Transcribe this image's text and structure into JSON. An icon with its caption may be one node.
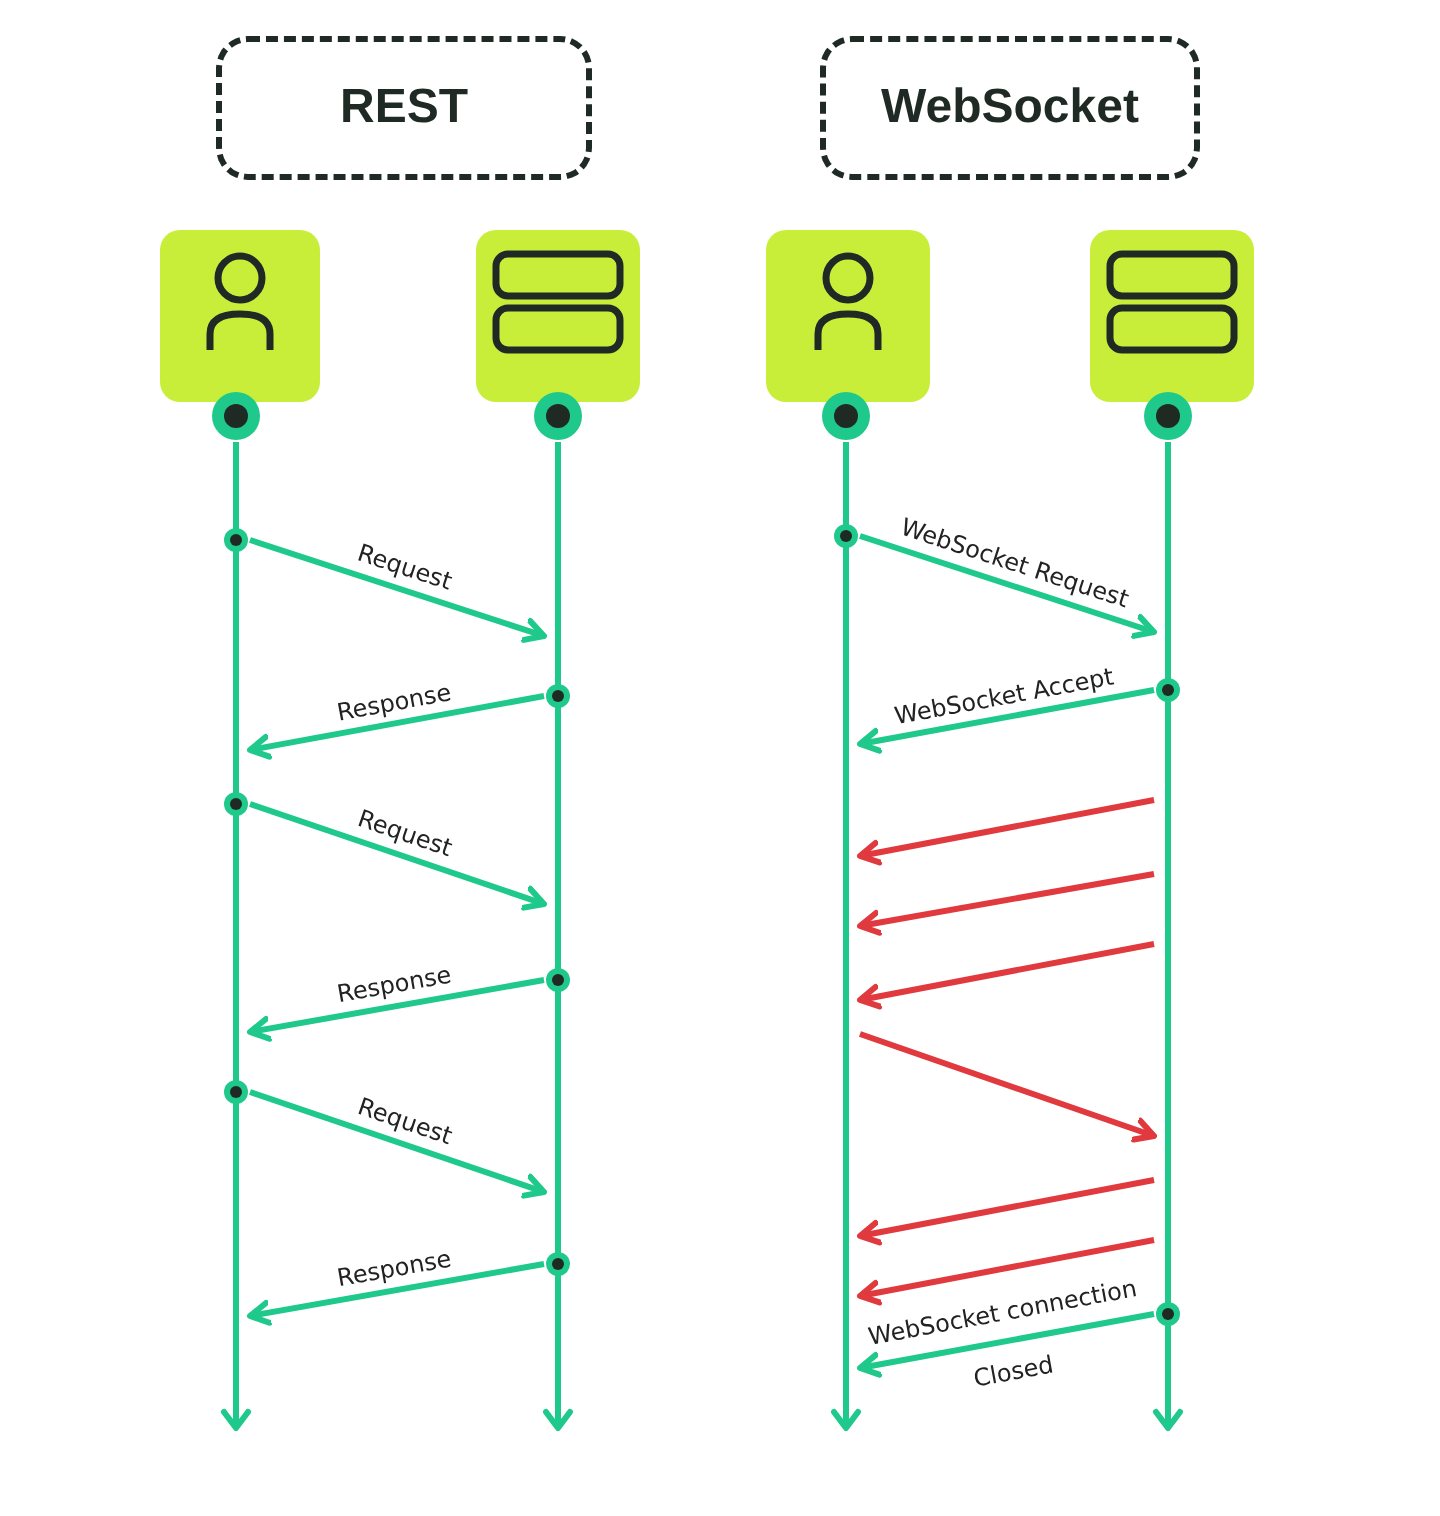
{
  "diagram": {
    "nodes": [
      {
        "text": [
          "REST"
        ]
      },
      {
        "text": [
          "WebSocket"
        ]
      },
      {
        "text": [],
        "shape": "person"
      },
      {
        "text": [],
        "shape": "server"
      },
      {
        "text": [],
        "shape": "person"
      },
      {
        "text": [],
        "shape": "server"
      },
      {
        "text": [],
        "shape": "line"
      },
      {
        "text": [],
        "shape": "line"
      },
      {
        "text": [],
        "shape": "line"
      },
      {
        "text": [],
        "shape": "line"
      }
    ],
    "edges": [
      {
        "from": 6,
        "to": 7,
        "arrow": "to",
        "label": "Request"
      },
      {
        "from": 7,
        "to": 6,
        "arrow": "to",
        "label": "Response"
      },
      {
        "from": 6,
        "to": 7,
        "arrow": "to",
        "label": "Request"
      },
      {
        "from": 7,
        "to": 6,
        "arrow": "to",
        "label": "Response"
      },
      {
        "from": 6,
        "to": 7,
        "arrow": "to",
        "label": "Request"
      },
      {
        "from": 7,
        "to": 6,
        "arrow": "to",
        "label": "Response"
      },
      {
        "from": 8,
        "to": 9,
        "arrow": "to",
        "label": "WebSocket Request"
      },
      {
        "from": 9,
        "to": 8,
        "arrow": "to",
        "label": "WebSocket Accept"
      },
      {
        "from": 9,
        "to": 8,
        "arrow": "to",
        "color": "#e0393e"
      },
      {
        "from": 9,
        "to": 8,
        "arrow": "to",
        "color": "#e0393e"
      },
      {
        "from": 9,
        "to": 8,
        "arrow": "to",
        "color": "#e0393e"
      },
      {
        "from": 8,
        "to": 9,
        "arrow": "to",
        "color": "#e0393e"
      },
      {
        "from": 9,
        "to": 8,
        "arrow": "to",
        "color": "#e0393e"
      },
      {
        "from": 9,
        "to": 8,
        "arrow": "to",
        "color": "#e0393e"
      },
      {
        "from": 9,
        "to": 8,
        "arrow": "to",
        "label": "WebSocket connection Closed"
      }
    ]
  }
}
